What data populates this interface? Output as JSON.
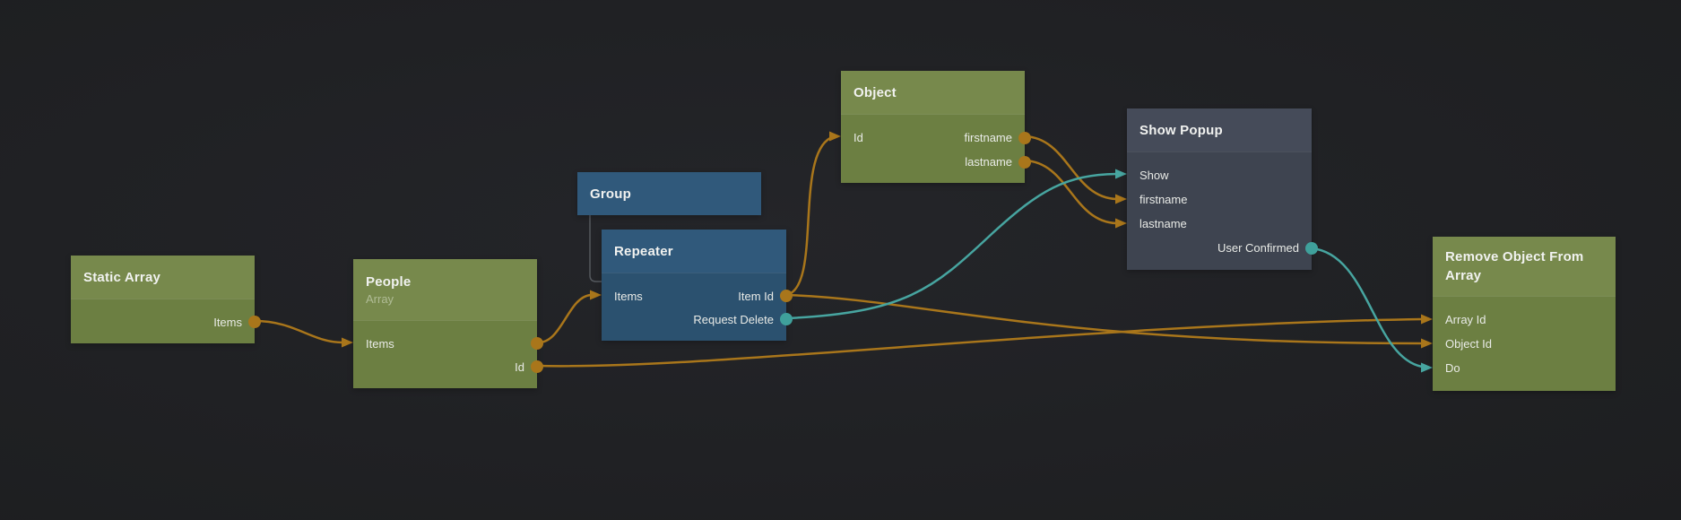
{
  "app": {
    "view": "node-graph-editor"
  },
  "colors": {
    "background": "#202124",
    "data_wire_orange": "#a9761b",
    "signal_wire_teal": "#47a5a0",
    "node_green_header": "#77894c",
    "node_green_body": "#6c7f42",
    "node_blue_header": "#30597b",
    "node_blue_body": "#2b516f",
    "node_dark_header": "#454b59",
    "node_dark_body": "#3e4450",
    "hierarchy_line": "#55595e"
  },
  "nodes": {
    "static_array": {
      "title": "Static Array",
      "rows": [
        {
          "right": "Items"
        }
      ]
    },
    "people": {
      "title": "People",
      "subtitle": "Array",
      "rows": [
        {
          "left": "Items"
        },
        {
          "right": "Id"
        }
      ]
    },
    "group": {
      "title": "Group"
    },
    "repeater": {
      "title": "Repeater",
      "rows": [
        {
          "left": "Items",
          "right": "Item Id"
        },
        {
          "right": "Request Delete"
        }
      ]
    },
    "object": {
      "title": "Object",
      "rows": [
        {
          "left": "Id",
          "right": "firstname"
        },
        {
          "right": "lastname"
        }
      ]
    },
    "show_popup": {
      "title": "Show Popup",
      "rows": [
        {
          "left": "Show"
        },
        {
          "left": "firstname"
        },
        {
          "left": "lastname"
        },
        {
          "right": "User Confirmed"
        }
      ]
    },
    "remove_object": {
      "title": "Remove Object From Array",
      "rows": [
        {
          "left": "Array Id"
        },
        {
          "left": "Object Id"
        },
        {
          "left": "Do"
        }
      ]
    }
  },
  "connections": [
    {
      "from": "Static Array.Items",
      "to": "People.Items",
      "type": "data"
    },
    {
      "from": "People.Items",
      "to": "Repeater.Items",
      "type": "data"
    },
    {
      "from": "People.Id",
      "to": "Remove Object From Array.Array Id",
      "type": "data"
    },
    {
      "from": "Repeater.Item Id",
      "to": "Object.Id",
      "type": "data"
    },
    {
      "from": "Repeater.Item Id",
      "to": "Remove Object From Array.Object Id",
      "type": "data"
    },
    {
      "from": "Repeater.Request Delete",
      "to": "Show Popup.Show",
      "type": "signal"
    },
    {
      "from": "Object.firstname",
      "to": "Show Popup.firstname",
      "type": "data"
    },
    {
      "from": "Object.lastname",
      "to": "Show Popup.lastname",
      "type": "data"
    },
    {
      "from": "Show Popup.User Confirmed",
      "to": "Remove Object From Array.Do",
      "type": "signal"
    },
    {
      "from": "Group",
      "to": "Repeater",
      "type": "hierarchy"
    }
  ]
}
